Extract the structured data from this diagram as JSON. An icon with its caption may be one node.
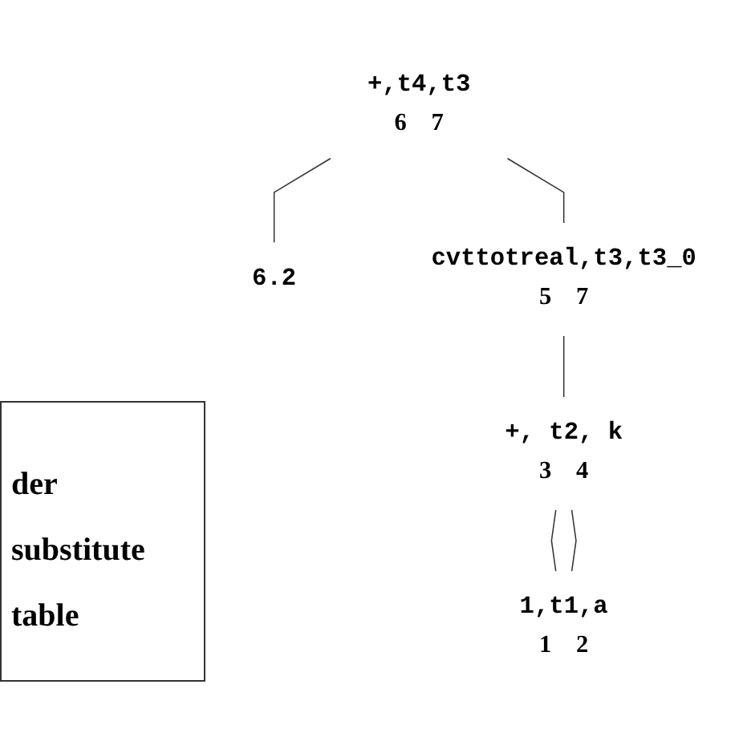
{
  "diagram": {
    "nodes": [
      {
        "text": [
          "+,t4,t3",
          "6",
          "7"
        ]
      },
      {
        "text": [
          "6.2"
        ]
      },
      {
        "text": [
          "cvttotreal,t3,t3_0",
          "5",
          "7"
        ]
      },
      {
        "text": [
          "+, t2, k",
          "3",
          "4"
        ]
      },
      {
        "text": [
          "1,t1,a",
          "1",
          "2"
        ]
      }
    ],
    "edges": [
      {
        "from": 0,
        "to": 1,
        "arrow": "none"
      },
      {
        "from": 0,
        "to": 2,
        "arrow": "none"
      },
      {
        "from": 2,
        "to": 3,
        "arrow": "none"
      },
      {
        "from": 3,
        "to": 4,
        "arrow": "none"
      },
      {
        "from": 3,
        "to": 4,
        "arrow": "none"
      }
    ],
    "labels": [
      "der",
      "substitute",
      "table"
    ]
  }
}
